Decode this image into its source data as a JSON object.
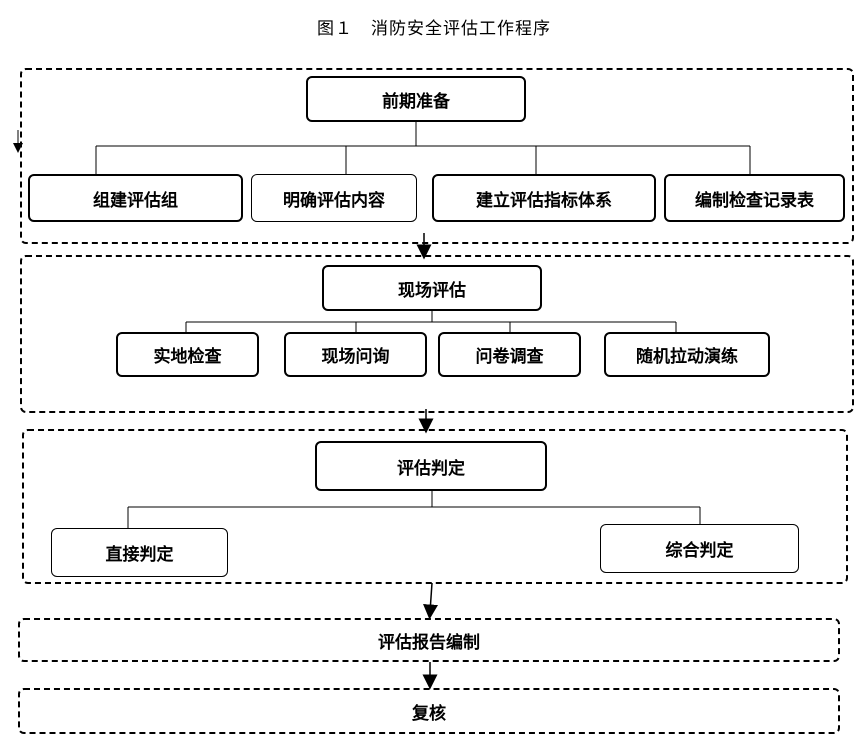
{
  "title": "图１　消防安全评估工作程序",
  "stage1": {
    "label": "前期准备",
    "children": [
      "组建评估组",
      "明确评估内容",
      "建立评估指标体系",
      "编制检查记录表"
    ]
  },
  "stage2": {
    "label": "现场评估",
    "children": [
      "实地检查",
      "现场问询",
      "问卷调查",
      "随机拉动演练"
    ]
  },
  "stage3": {
    "label": "评估判定",
    "children": [
      "直接判定",
      "综合判定"
    ]
  },
  "stage4": {
    "label": "评估报告编制"
  },
  "stage5": {
    "label": "复核"
  }
}
